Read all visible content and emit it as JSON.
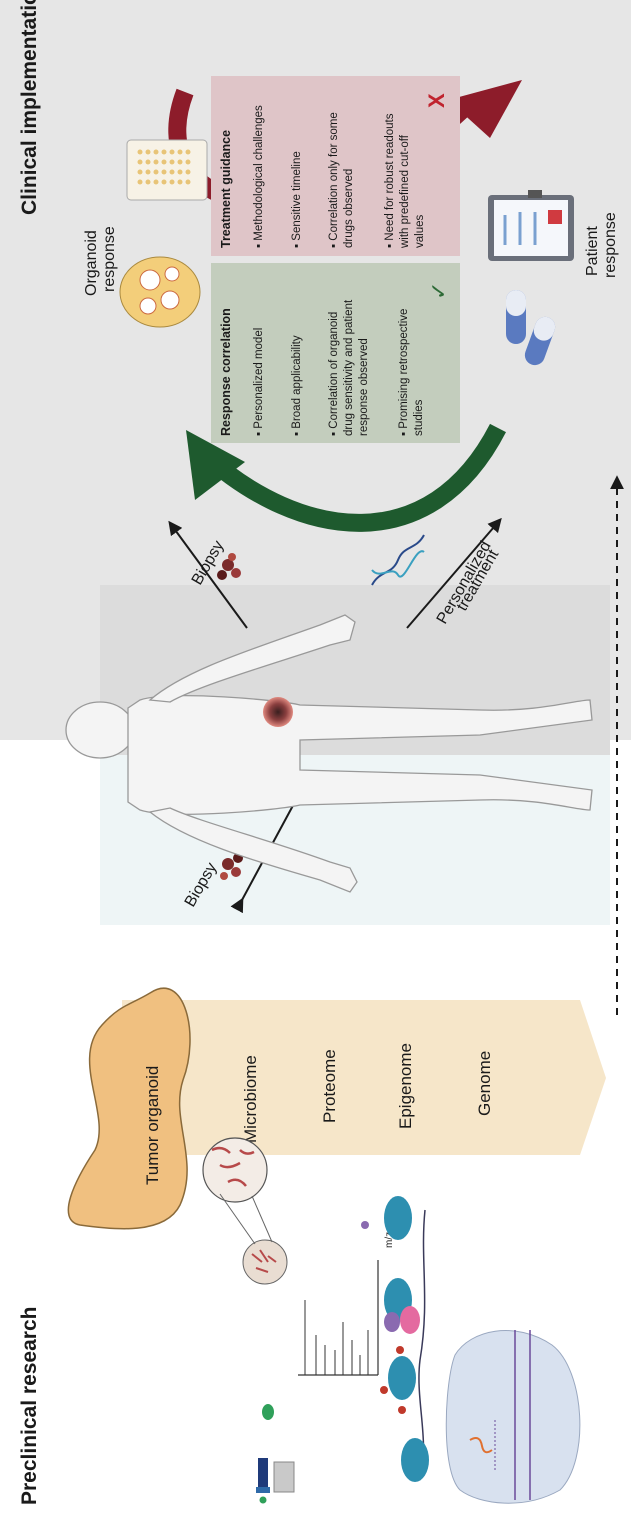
{
  "sections": {
    "preclinical": "Preclinical research",
    "clinical": "Clinical implementation"
  },
  "organoid": {
    "label": "Tumor organoid",
    "layers": [
      "Microbiome",
      "Proteome",
      "Epigenome",
      "Genome"
    ]
  },
  "arrows": {
    "biopsy_left": "Biopsy",
    "biopsy_right": "Biopsy",
    "personalized_line1": "Personalized",
    "personalized_line2": "treatment"
  },
  "ms_plot": {
    "axis_label": "m/z"
  },
  "organoid_response": {
    "line1": "Organoid",
    "line2": "response"
  },
  "patient_response": {
    "line1": "Patient",
    "line2": "response"
  },
  "response_correlation": {
    "title": "Response correlation",
    "items": [
      {
        "lines": [
          "Personalized model"
        ]
      },
      {
        "lines": [
          "Broad applicability"
        ]
      },
      {
        "lines": [
          "Correlation of organoid",
          "drug sensitivity and patient",
          "response observed"
        ]
      },
      {
        "lines": [
          "Promising retrospective",
          "studies"
        ]
      }
    ],
    "mark": "✓",
    "color": "#c3cdbd"
  },
  "treatment_guidance": {
    "title": "Treatment guidance",
    "items": [
      {
        "lines": [
          "Methodological challenges"
        ]
      },
      {
        "lines": [
          "Sensitive timeline"
        ]
      },
      {
        "lines": [
          "Correlation only for some",
          "drugs observed"
        ]
      },
      {
        "lines": [
          "Need for robust readouts",
          "with predefined cut-off",
          "values"
        ]
      }
    ],
    "mark": "X",
    "color": "#dfc5c8"
  },
  "colors": {
    "clinical_bg": "#e6e6e6",
    "preclinical_bg": "#eef5f6",
    "organoid": "#f0c080",
    "layer_band": "#f6e6c9",
    "green_arrow": "#1e5a2e",
    "red_arrow": "#8d1c2a",
    "x_mark": "#c0232e",
    "check_mark": "#2d6a36"
  }
}
